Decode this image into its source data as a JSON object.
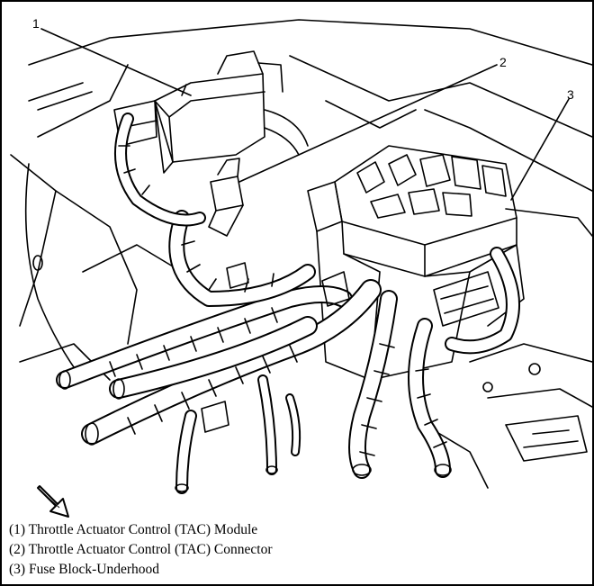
{
  "callouts": [
    {
      "number": "1"
    },
    {
      "number": "2"
    },
    {
      "number": "3"
    }
  ],
  "legend": [
    "(1) Throttle Actuator Control (TAC) Module",
    "(2) Throttle Actuator Control (TAC) Connector",
    "(3) Fuse Block-Underhood"
  ],
  "icons": {
    "orientation": "arrow-icon"
  },
  "colors": {
    "line": "#000000",
    "background": "#ffffff"
  }
}
